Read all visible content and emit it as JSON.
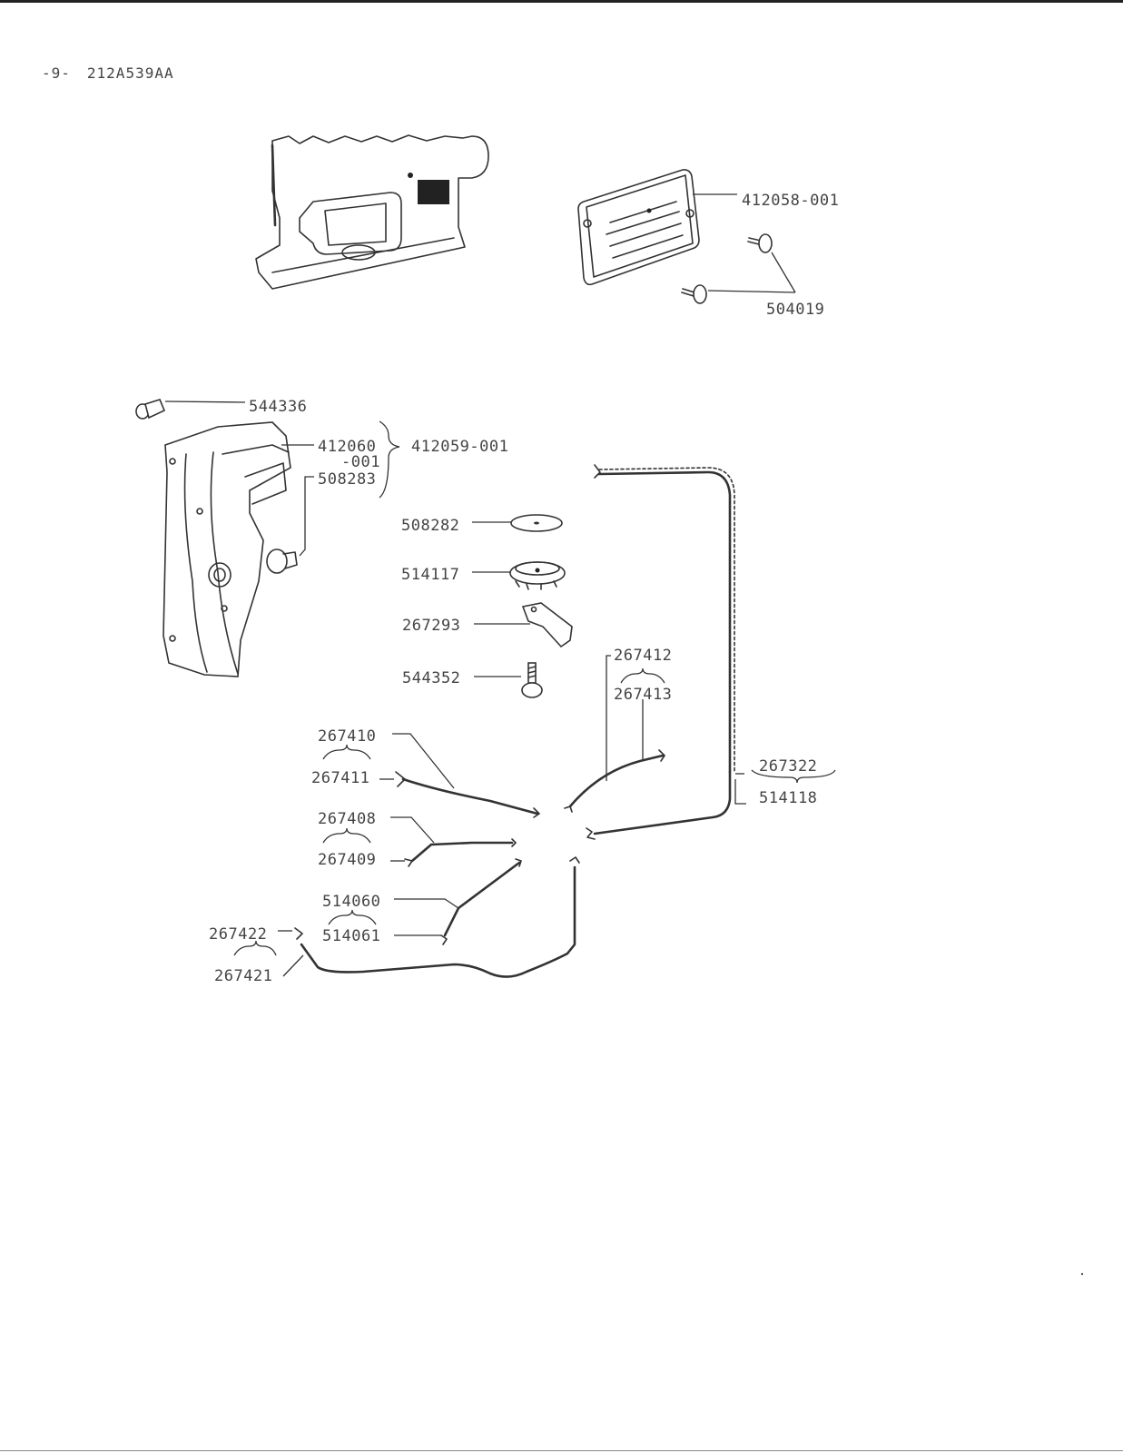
{
  "header": {
    "page_number": "-9-",
    "doc_code": "212A539AA"
  },
  "parts": {
    "p412058_001": "412058-001",
    "p504019": "504019",
    "p544336": "544336",
    "p412060": "412060",
    "p412060_suffix": "-001",
    "p508283": "508283",
    "p412059_001": "412059-001",
    "p508282": "508282",
    "p514117": "514117",
    "p267293": "267293",
    "p544352": "544352",
    "p267412": "267412",
    "p267413": "267413",
    "p267410": "267410",
    "p267411": "267411",
    "p267322": "267322",
    "p514118": "514118",
    "p267408": "267408",
    "p267409": "267409",
    "p514060": "514060",
    "p514061": "514061",
    "p267422": "267422",
    "p267421": "267421"
  },
  "colors": {
    "line": "#333333",
    "text": "#444444",
    "background": "#ffffff"
  }
}
